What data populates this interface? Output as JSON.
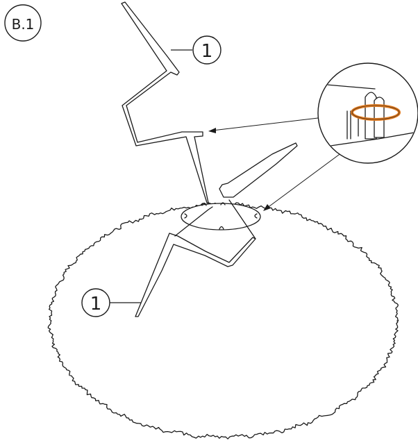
{
  "step": {
    "label": "B.1"
  },
  "callouts": [
    {
      "label": "1"
    },
    {
      "label": "1"
    }
  ],
  "colors": {
    "line": "#1a1a1a",
    "ring": "#e07a1f",
    "background": "#ffffff"
  }
}
